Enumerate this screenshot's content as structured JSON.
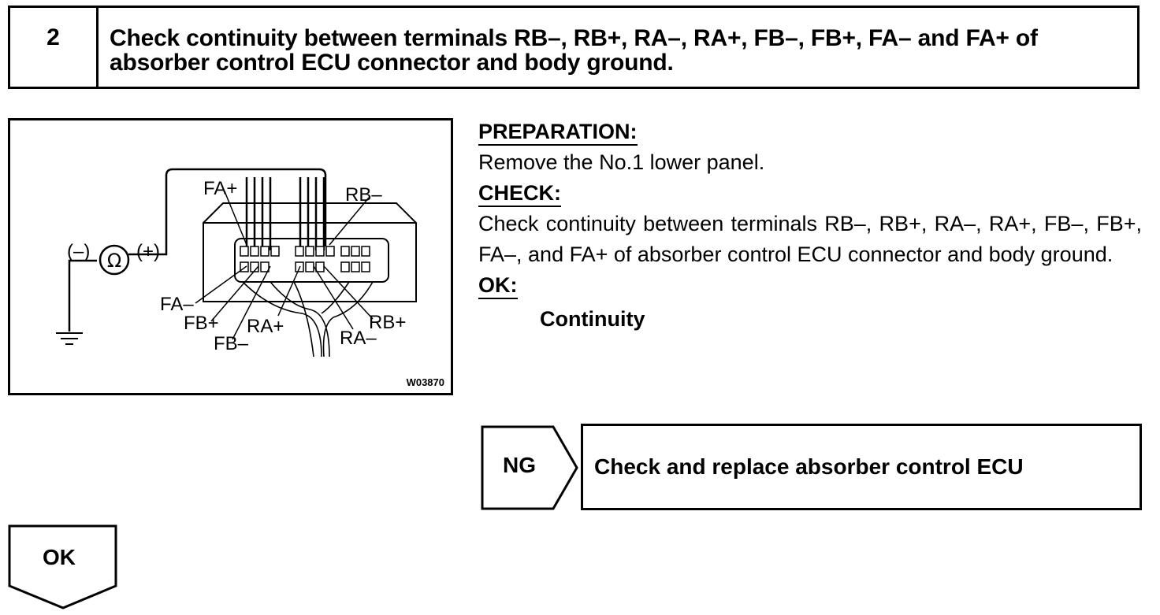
{
  "step": {
    "number": "2",
    "title": "Check continuity between terminals RB–, RB+, RA–, RA+, FB–, FB+, FA– and FA+ of absorber control ECU connector and body ground."
  },
  "figure": {
    "labels": {
      "meter_minus": "(–)",
      "meter_plus": "(+)",
      "fa_plus": "FA+",
      "rb_minus": "RB–",
      "fa_minus": "FA–",
      "fb_plus": "FB+",
      "fb_minus": "FB–",
      "ra_plus": "RA+",
      "rb_plus": "RB+",
      "ra_minus": "RA–"
    },
    "code": "W03870",
    "icons": [
      "ohmmeter-icon",
      "ground-icon",
      "connector-icon"
    ]
  },
  "preparation": {
    "heading": "PREPARATION:",
    "text": "Remove the No.1 lower panel."
  },
  "check": {
    "heading": "CHECK:",
    "text": "Check continuity between terminals RB–, RB+, RA–, RA+, FB–, FB+, FA–, and FA+ of absorber control ECU connector and body ground."
  },
  "ok": {
    "heading": "OK:",
    "result": "Continuity"
  },
  "ng": {
    "label": "NG",
    "action": "Check and replace absorber control ECU"
  },
  "ok_branch": {
    "label": "OK"
  }
}
